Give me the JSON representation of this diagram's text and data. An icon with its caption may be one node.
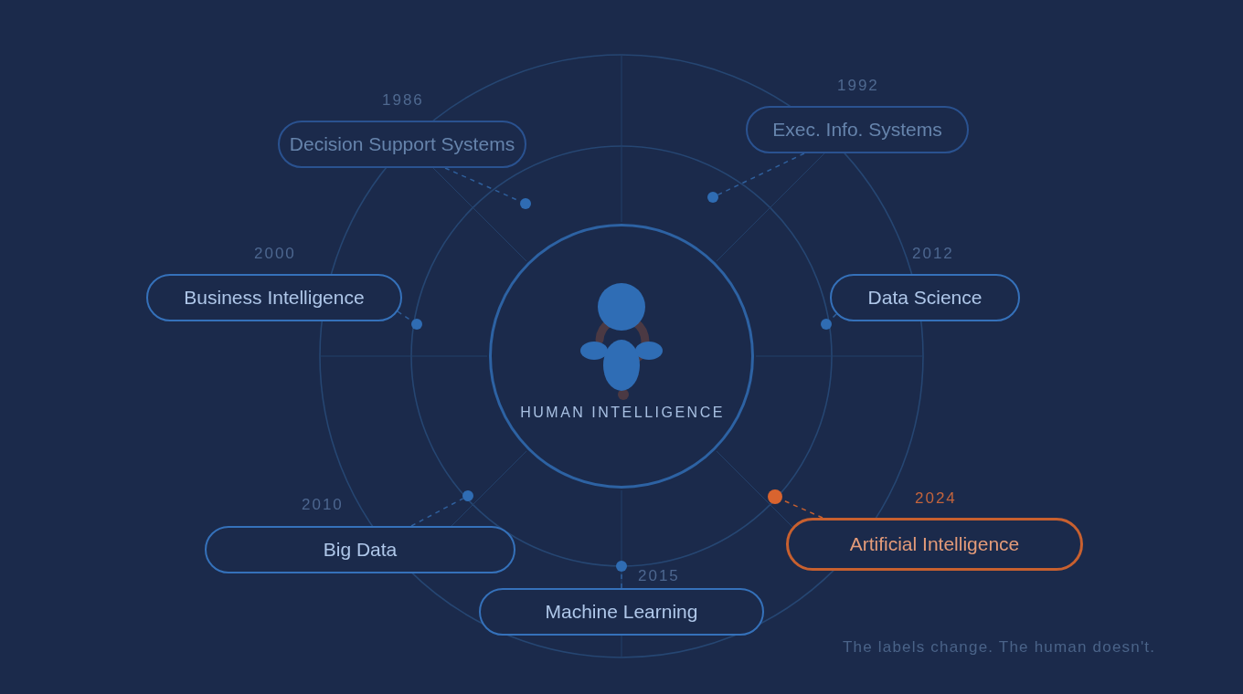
{
  "diagram": {
    "caption": "The labels change. The human doesn't.",
    "nodes": [
      {
        "text": [
          "Decision Support Systems"
        ],
        "beside": [
          "1986"
        ]
      },
      {
        "text": [],
        "shape": "circle"
      },
      {
        "text": [
          "Exec. Info. Systems"
        ],
        "beside": [
          "1992"
        ]
      },
      {
        "text": [],
        "shape": "circle"
      },
      {
        "text": [
          "Business Intelligence"
        ],
        "beside": [
          "2000"
        ]
      },
      {
        "text": [],
        "shape": "circle"
      },
      {
        "text": [
          "Data Science"
        ],
        "beside": [
          "2012"
        ]
      },
      {
        "text": [],
        "shape": "circle"
      },
      {
        "text": [
          "HUMAN INTELLIGENCE"
        ]
      },
      {
        "text": [
          "Big Data"
        ],
        "beside": [
          "2010"
        ]
      },
      {
        "text": [],
        "shape": "circle"
      },
      {
        "text": [
          "Artificial Intelligence"
        ],
        "beside": [
          "2024"
        ]
      },
      {
        "text": [],
        "shape": "circle"
      },
      {
        "text": [
          "Machine Learning"
        ],
        "beside": [
          "2015"
        ]
      },
      {
        "text": [],
        "shape": "circle"
      }
    ],
    "edges": [
      {
        "from": 0,
        "to": 1,
        "arrow": "none",
        "style": "dashed"
      },
      {
        "from": 2,
        "to": 3,
        "arrow": "none",
        "style": "dashed"
      },
      {
        "from": 4,
        "to": 5,
        "arrow": "none",
        "style": "dashed"
      },
      {
        "from": 6,
        "to": 7,
        "arrow": "none",
        "style": "dashed"
      },
      {
        "from": 9,
        "to": 10,
        "arrow": "none",
        "style": "dashed"
      },
      {
        "from": 11,
        "to": 12,
        "arrow": "none",
        "style": "dashed",
        "color": "#c8602f"
      },
      {
        "from": 13,
        "to": 14,
        "arrow": "none",
        "style": "dashed"
      }
    ]
  }
}
